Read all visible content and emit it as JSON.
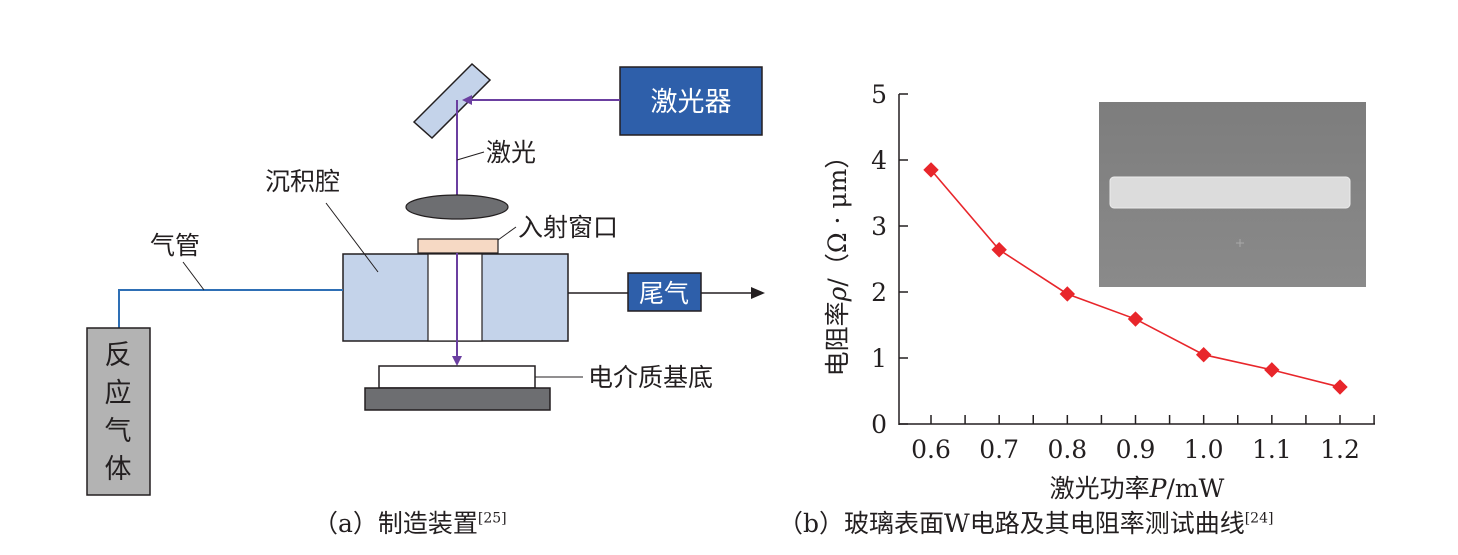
{
  "panel_a": {
    "laser_box": "激光器",
    "laser_label": "激光",
    "chamber_label": "沉积腔",
    "window_label": "入射窗口",
    "gas_pipe_label": "气管",
    "exhaust_label": "尾气",
    "substrate_label": "电介质基底",
    "gas_source": [
      "反",
      "应",
      "气",
      "体"
    ],
    "caption_text": "（a）制造装置",
    "caption_ref": "[25]"
  },
  "panel_b": {
    "caption_text": "（b）玻璃表面W电路及其电阻率测试曲线",
    "caption_ref": "[24]",
    "inset_image": "gray SEM micrograph of a bright horizontal W line"
  },
  "chart_data": {
    "type": "line",
    "x": [
      0.6,
      0.7,
      0.8,
      0.9,
      1.0,
      1.1,
      1.2
    ],
    "series": [
      {
        "values": [
          3.85,
          2.64,
          1.97,
          1.59,
          1.05,
          0.82,
          0.56
        ],
        "color": "#e8262b",
        "marker": "diamond"
      }
    ],
    "xlabel_prefix": "激光功率",
    "xlabel_var": "P",
    "xlabel_unit": "/mW",
    "ylabel_prefix": "电阻率",
    "ylabel_var": "ρ",
    "ylabel_unit": "/（Ω · μm）",
    "xlim": [
      0.55,
      1.25
    ],
    "ylim": [
      0,
      5
    ],
    "xticks": [
      "0.6",
      "0.7",
      "0.8",
      "0.9",
      "1.0",
      "1.1",
      "1.2"
    ],
    "yticks": [
      "0",
      "1",
      "2",
      "3",
      "4",
      "5"
    ],
    "grid": false
  }
}
